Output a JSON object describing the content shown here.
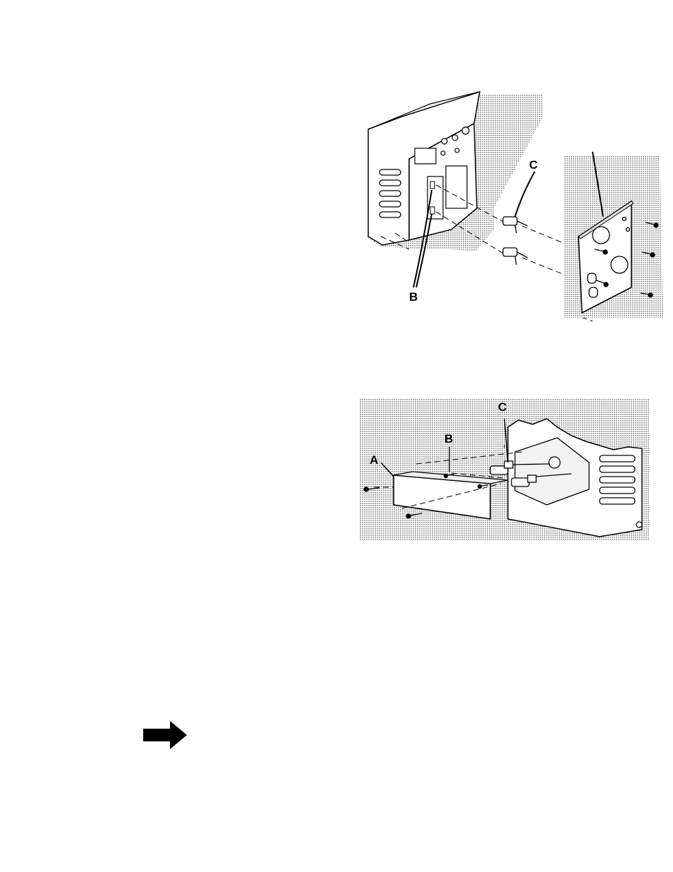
{
  "figure1": {
    "callouts": {
      "c": "C",
      "b": "B"
    }
  },
  "figure2": {
    "callouts": {
      "a": "A",
      "b": "B",
      "c": "C"
    }
  },
  "nav": {
    "next_icon": "right-arrow-icon"
  }
}
